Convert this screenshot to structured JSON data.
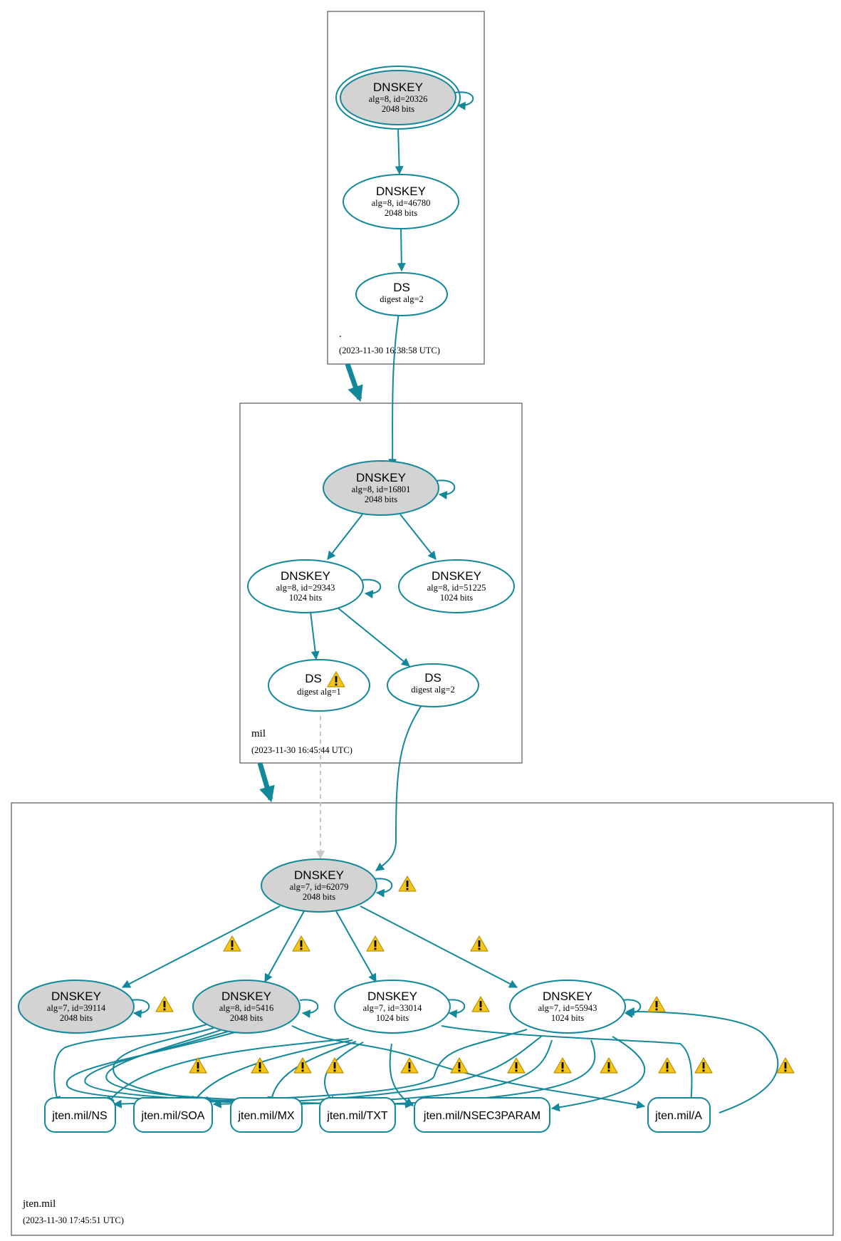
{
  "colors": {
    "edge": "#12889a",
    "ksk_fill": "#d3d3d3",
    "zsk_fill": "#ffffff",
    "warning": "#f5c518",
    "insecure_edge": "#c8c8c8"
  },
  "zones": {
    "root": {
      "name": ".",
      "timestamp": "(2023-11-30 16:38:58 UTC)"
    },
    "mil": {
      "name": "mil",
      "timestamp": "(2023-11-30 16:45:44 UTC)"
    },
    "jten": {
      "name": "jten.mil",
      "timestamp": "(2023-11-30 17:45:51 UTC)"
    }
  },
  "nodes": {
    "root_ksk": {
      "title": "DNSKEY",
      "line1": "alg=8, id=20326",
      "line2": "2048 bits"
    },
    "root_zsk": {
      "title": "DNSKEY",
      "line1": "alg=8, id=46780",
      "line2": "2048 bits"
    },
    "root_ds": {
      "title": "DS",
      "line1": "digest alg=2"
    },
    "mil_ksk": {
      "title": "DNSKEY",
      "line1": "alg=8, id=16801",
      "line2": "2048 bits"
    },
    "mil_zsk1": {
      "title": "DNSKEY",
      "line1": "alg=8, id=29343",
      "line2": "1024 bits"
    },
    "mil_zsk2": {
      "title": "DNSKEY",
      "line1": "alg=8, id=51225",
      "line2": "1024 bits"
    },
    "mil_ds1": {
      "title": "DS",
      "line1": "digest alg=1"
    },
    "mil_ds2": {
      "title": "DS",
      "line1": "digest alg=2"
    },
    "jten_ksk": {
      "title": "DNSKEY",
      "line1": "alg=7, id=62079",
      "line2": "2048 bits"
    },
    "jten_k1": {
      "title": "DNSKEY",
      "line1": "alg=7, id=39114",
      "line2": "2048 bits"
    },
    "jten_k2": {
      "title": "DNSKEY",
      "line1": "alg=8, id=5416",
      "line2": "2048 bits"
    },
    "jten_k3": {
      "title": "DNSKEY",
      "line1": "alg=7, id=33014",
      "line2": "1024 bits"
    },
    "jten_k4": {
      "title": "DNSKEY",
      "line1": "alg=7, id=55943",
      "line2": "1024 bits"
    }
  },
  "records": [
    "jten.mil/NS",
    "jten.mil/SOA",
    "jten.mil/MX",
    "jten.mil/TXT",
    "jten.mil/NSEC3PARAM",
    "jten.mil/A"
  ],
  "icons": {
    "warning": "warning-triangle-icon"
  }
}
